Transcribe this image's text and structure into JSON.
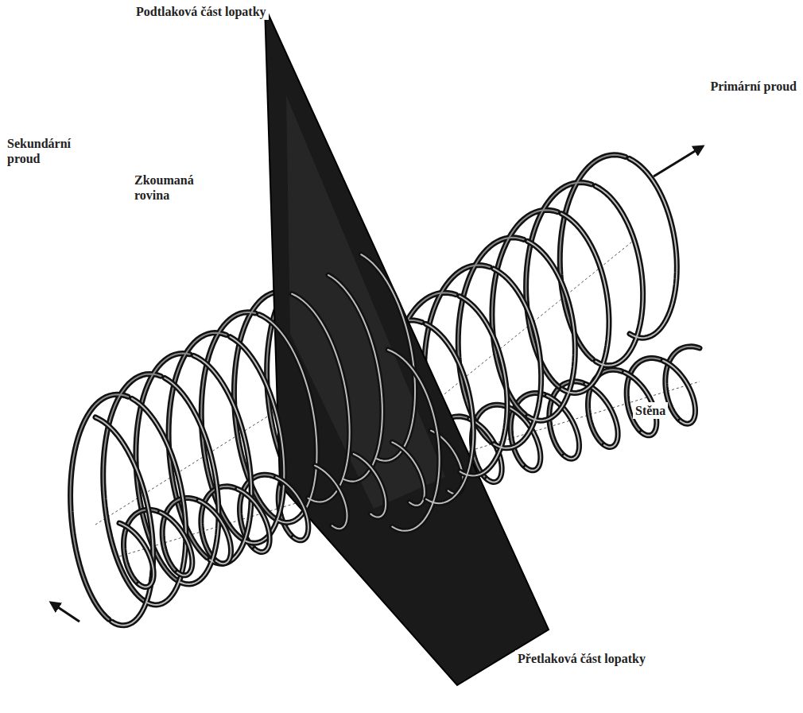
{
  "diagram": {
    "labels": [
      "Podtlaková část lopatky",
      "Primární proud",
      "Zkoumaná rovina",
      "Sekundární proud",
      "Stěna",
      "Přetlaková část lopatky"
    ]
  }
}
